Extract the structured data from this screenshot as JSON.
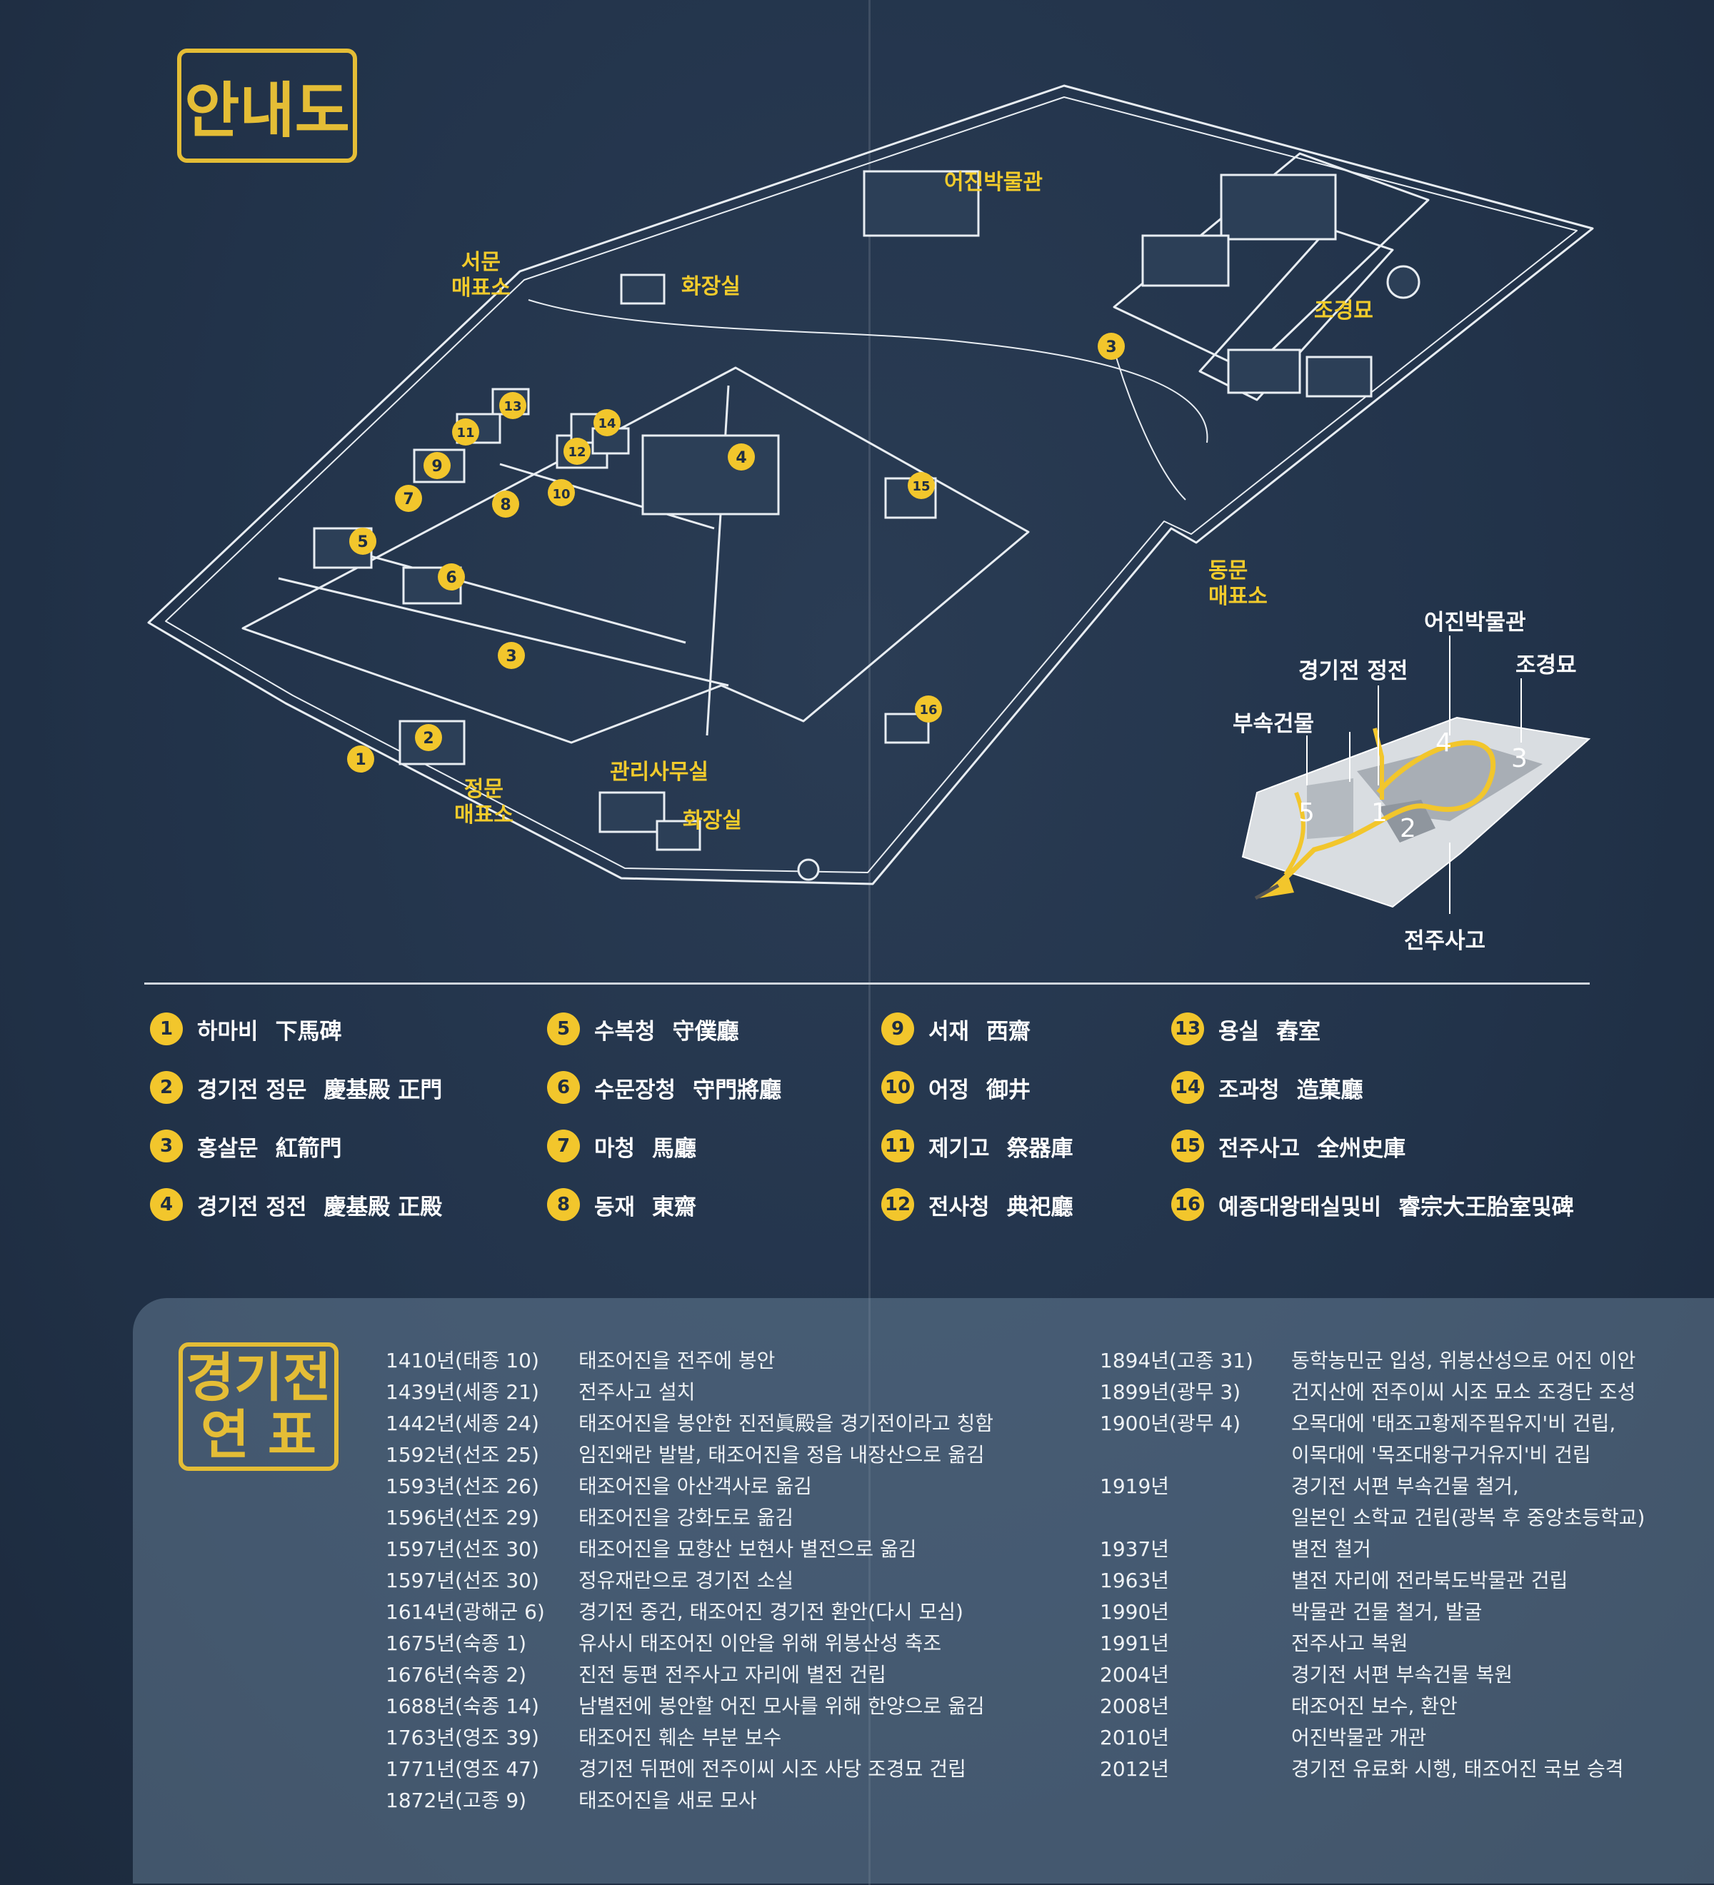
{
  "title": "안내도",
  "chronology_title": "경기전\n연 표",
  "map": {
    "labels": {
      "west_gate": "서문\n매표소",
      "restroom_north": "화장실",
      "museum": "어진박물관",
      "jogyeongmyo": "조경묘",
      "east_gate": "동문\n매표소",
      "main_gate": "정문\n매표소",
      "office": "관리사무실",
      "restroom_south": "화장실"
    },
    "markers": [
      "1",
      "2",
      "3",
      "3",
      "4",
      "5",
      "6",
      "7",
      "8",
      "9",
      "10",
      "11",
      "12",
      "13",
      "14",
      "15",
      "16"
    ],
    "inset": {
      "museum": "어진박물관",
      "main_hall": "경기전 정전",
      "jogyeongmyo": "조경묘",
      "annex": "부속건물",
      "archive": "전주사고",
      "numbers": [
        "1",
        "2",
        "3",
        "4",
        "5"
      ]
    }
  },
  "legend": [
    {
      "num": "1",
      "ko": "하마비",
      "han": "下馬碑"
    },
    {
      "num": "2",
      "ko": "경기전 정문",
      "han": "慶基殿 正門"
    },
    {
      "num": "3",
      "ko": "홍살문",
      "han": "紅箭門"
    },
    {
      "num": "4",
      "ko": "경기전 정전",
      "han": "慶基殿 正殿"
    },
    {
      "num": "5",
      "ko": "수복청",
      "han": "守僕廳"
    },
    {
      "num": "6",
      "ko": "수문장청",
      "han": "守門將廳"
    },
    {
      "num": "7",
      "ko": "마청",
      "han": "馬廳"
    },
    {
      "num": "8",
      "ko": "동재",
      "han": "東齋"
    },
    {
      "num": "9",
      "ko": "서재",
      "han": "西齋"
    },
    {
      "num": "10",
      "ko": "어정",
      "han": "御井"
    },
    {
      "num": "11",
      "ko": "제기고",
      "han": "祭器庫"
    },
    {
      "num": "12",
      "ko": "전사청",
      "han": "典祀廳"
    },
    {
      "num": "13",
      "ko": "용실",
      "han": "舂室"
    },
    {
      "num": "14",
      "ko": "조과청",
      "han": "造菓廳"
    },
    {
      "num": "15",
      "ko": "전주사고",
      "han": "全州史庫"
    },
    {
      "num": "16",
      "ko": "예종대왕태실및비",
      "han": "睿宗大王胎室및碑"
    }
  ],
  "chronology_left": [
    {
      "year": "1410년(태종 10)",
      "event": "태조어진을 전주에 봉안"
    },
    {
      "year": "1439년(세종 21)",
      "event": "전주사고 설치"
    },
    {
      "year": "1442년(세종 24)",
      "event": "태조어진을 봉안한 진전眞殿을 경기전이라고 칭함"
    },
    {
      "year": "1592년(선조 25)",
      "event": "임진왜란 발발, 태조어진을 정읍 내장산으로 옮김"
    },
    {
      "year": "1593년(선조 26)",
      "event": "태조어진을 아산객사로 옮김"
    },
    {
      "year": "1596년(선조 29)",
      "event": "태조어진을 강화도로 옮김"
    },
    {
      "year": "1597년(선조 30)",
      "event": "태조어진을 묘향산 보현사 별전으로 옮김"
    },
    {
      "year": "1597년(선조 30)",
      "event": "정유재란으로 경기전 소실"
    },
    {
      "year": "1614년(광해군 6)",
      "event": "경기전 중건, 태조어진 경기전 환안(다시 모심)"
    },
    {
      "year": "1675년(숙종 1)",
      "event": "유사시 태조어진 이안을 위해 위봉산성 축조"
    },
    {
      "year": "1676년(숙종 2)",
      "event": "진전 동편 전주사고 자리에 별전 건립"
    },
    {
      "year": "1688년(숙종 14)",
      "event": "남별전에 봉안할 어진 모사를 위해 한양으로 옮김"
    },
    {
      "year": "1763년(영조 39)",
      "event": "태조어진 훼손 부분 보수"
    },
    {
      "year": "1771년(영조 47)",
      "event": "경기전 뒤편에 전주이씨 시조 사당 조경묘 건립"
    },
    {
      "year": "1872년(고종 9)",
      "event": "태조어진을 새로 모사"
    }
  ],
  "chronology_right": [
    {
      "year": "1894년(고종 31)",
      "event": "동학농민군 입성, 위봉산성으로 어진 이안"
    },
    {
      "year": "1899년(광무 3)",
      "event": "건지산에 전주이씨 시조 묘소 조경단 조성"
    },
    {
      "year": "1900년(광무 4)",
      "event": "오목대에 '태조고황제주필유지'비 건립,"
    },
    {
      "year": "",
      "event": "이목대에 '목조대왕구거유지'비 건립"
    },
    {
      "year": "1919년",
      "event": "경기전 서편 부속건물 철거,"
    },
    {
      "year": "",
      "event": "일본인 소학교 건립(광복 후 중앙초등학교)"
    },
    {
      "year": "1937년",
      "event": "별전 철거"
    },
    {
      "year": "1963년",
      "event": "별전 자리에 전라북도박물관 건립"
    },
    {
      "year": "1990년",
      "event": "박물관 건물 철거, 발굴"
    },
    {
      "year": "1991년",
      "event": "전주사고 복원"
    },
    {
      "year": "2004년",
      "event": "경기전 서편 부속건물 복원"
    },
    {
      "year": "2008년",
      "event": "태조어진 보수, 환안"
    },
    {
      "year": "2010년",
      "event": "어진박물관 개관"
    },
    {
      "year": "2012년",
      "event": "경기전 유료화 시행, 태조어진 국보 승격"
    }
  ],
  "colors": {
    "background": "#1f2e42",
    "accent": "#f2c62c",
    "line": "#e8edf2"
  }
}
